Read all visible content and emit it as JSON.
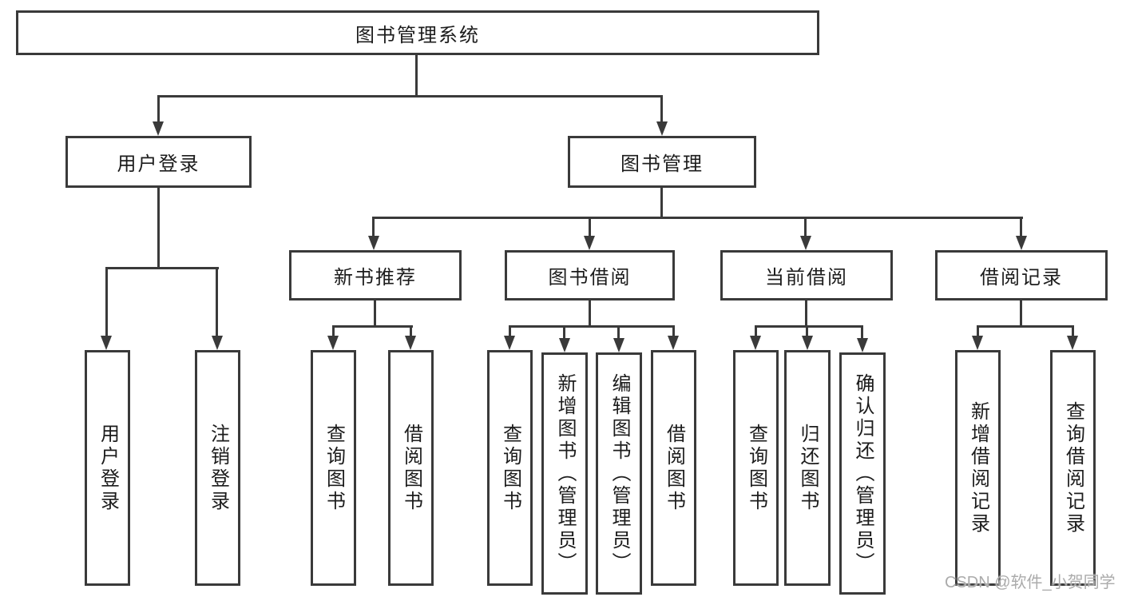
{
  "diagram": {
    "root": {
      "label": "图书管理系统"
    },
    "nodes": [
      {
        "label": "用户登录",
        "children": [
          {
            "label": "用户登录"
          },
          {
            "label": "注销登录"
          }
        ]
      },
      {
        "label": "图书管理",
        "children": [
          {
            "label": "新书推荐",
            "children": [
              {
                "label": "查询图书"
              },
              {
                "label": "借阅图书"
              }
            ]
          },
          {
            "label": "图书借阅",
            "children": [
              {
                "label": "查询图书"
              },
              {
                "label": "新增图书（管理员）"
              },
              {
                "label": "编辑图书（管理员）"
              },
              {
                "label": "借阅图书"
              }
            ]
          },
          {
            "label": "当前借阅",
            "children": [
              {
                "label": "查询图书"
              },
              {
                "label": "归还图书"
              },
              {
                "label": "确认归还（管理员）"
              }
            ]
          },
          {
            "label": "借阅记录",
            "children": [
              {
                "label": "新增借阅记录"
              },
              {
                "label": "查询借阅记录"
              }
            ]
          }
        ]
      }
    ]
  },
  "watermark": {
    "text": "CSDN @软件_小贺同学"
  },
  "colors": {
    "line": "#3a3a3a",
    "text": "#1c1c1c",
    "watermark": "#ababab",
    "background": "#ffffff"
  }
}
